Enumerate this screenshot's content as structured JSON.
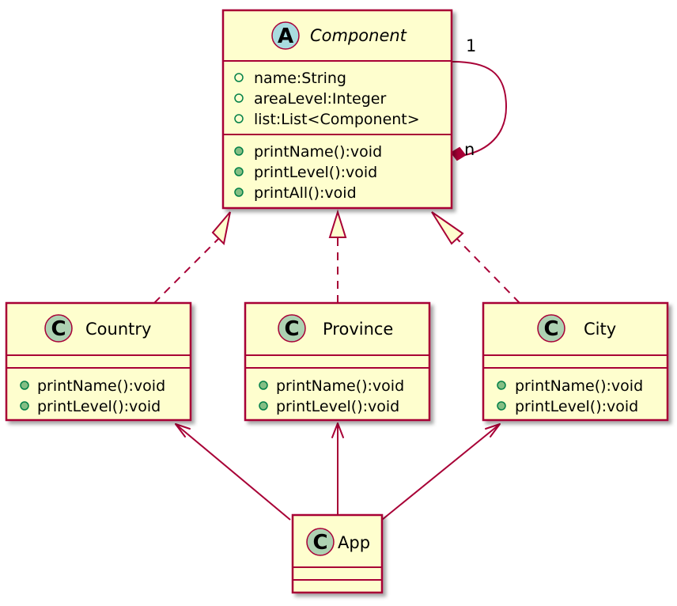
{
  "colors": {
    "class_fill": "#FEFECE",
    "border": "#A80036",
    "abstract_badge": "#A9DCDF",
    "class_badge": "#ADD1B2",
    "public_method_dot": "#84BE84"
  },
  "classes": {
    "component": {
      "badge": "A",
      "name": "Component",
      "attributes": [
        "name:String",
        "areaLevel:Integer",
        "list:List<Component>"
      ],
      "methods": [
        "printName():void",
        "printLevel():void",
        "printAll():void"
      ]
    },
    "country": {
      "badge": "C",
      "name": "Country",
      "methods": [
        "printName():void",
        "printLevel():void"
      ]
    },
    "province": {
      "badge": "C",
      "name": "Province",
      "methods": [
        "printName():void",
        "printLevel():void"
      ]
    },
    "city": {
      "badge": "C",
      "name": "City",
      "methods": [
        "printName():void",
        "printLevel():void"
      ]
    },
    "app": {
      "badge": "C",
      "name": "App"
    }
  },
  "relations": {
    "self_composition": {
      "from_multiplicity": "1",
      "to_multiplicity": "n"
    }
  }
}
